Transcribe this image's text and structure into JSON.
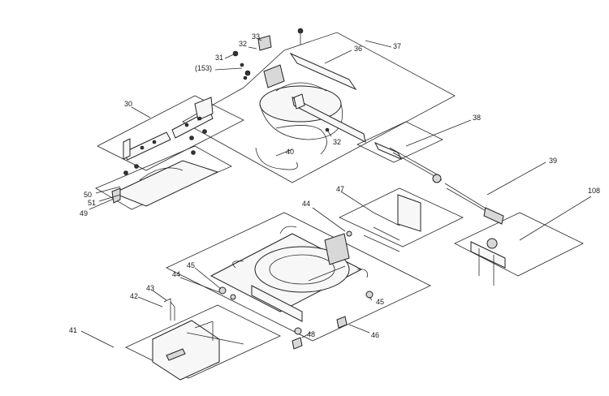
{
  "labels": {
    "l30": "30",
    "l31": "31",
    "l32a": "32",
    "l32b": "32",
    "l33": "33",
    "l153": "(153)",
    "l36": "36",
    "l37": "37",
    "l38": "38",
    "l39": "39",
    "l40": "40",
    "l41": "41",
    "l42": "42",
    "l43": "43",
    "l44a": "44",
    "l44b": "44",
    "l45a": "45",
    "l45b": "45",
    "l46": "46",
    "l47": "47",
    "l48": "48",
    "l49": "49",
    "l50": "50",
    "l51": "51",
    "l108": "108"
  }
}
